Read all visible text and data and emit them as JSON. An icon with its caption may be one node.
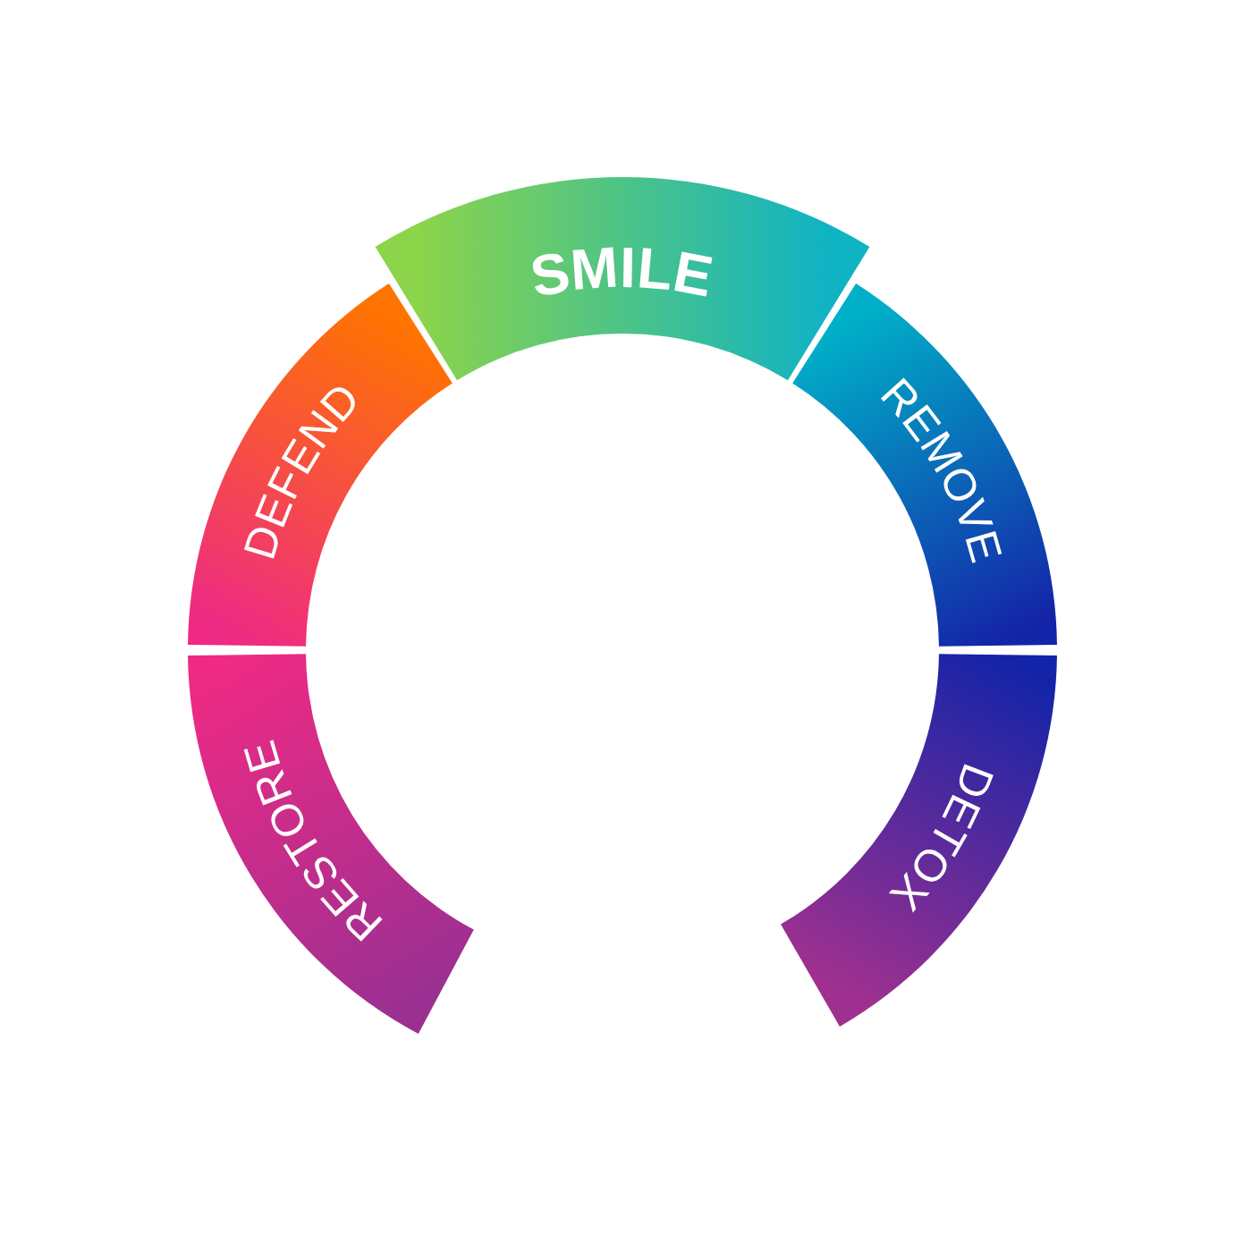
{
  "diagram": {
    "nodes": [
      {
        "text": [
          "RESTORE"
        ]
      },
      {
        "text": [
          "DEFEND"
        ]
      },
      {
        "text": [
          "SMILE"
        ]
      },
      {
        "text": [
          "REMOVE"
        ]
      },
      {
        "text": [
          "DETOX"
        ]
      }
    ]
  }
}
